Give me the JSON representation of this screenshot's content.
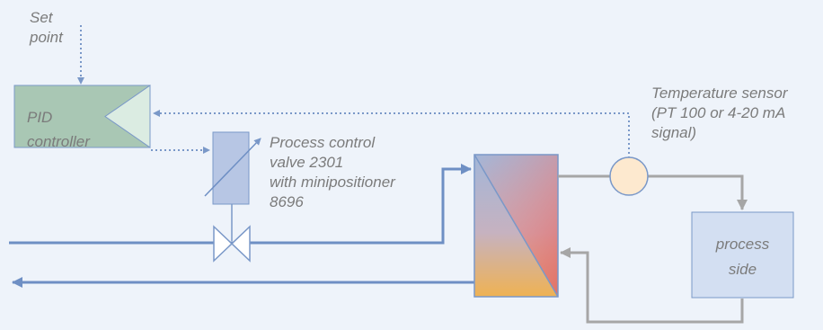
{
  "labels": {
    "setpoint": [
      "Set",
      "point"
    ],
    "pid": [
      "PID",
      "controller"
    ],
    "valve": [
      "Process control",
      "valve 2301",
      "with minipositioner",
      "8696"
    ],
    "sensor": [
      "Temperature sensor",
      "(PT 100 or 4-20 mA",
      "signal)"
    ],
    "process": [
      "process",
      "side"
    ]
  },
  "colors": {
    "background": "#eef3fa",
    "pid_fill": "#a9c7b4",
    "pid_triangle": "#dbece2",
    "signal_line": "#7a98c8",
    "pipe": "#6e8fc4",
    "return_pipe": "#a6a6a6",
    "sensor_fill": "#fde9cf",
    "process_fill": "#d3dff2",
    "exchanger_top": "#a6b8d6",
    "exchanger_bottom": "#ecb35a",
    "exchanger_hot": "#e57a7a"
  }
}
